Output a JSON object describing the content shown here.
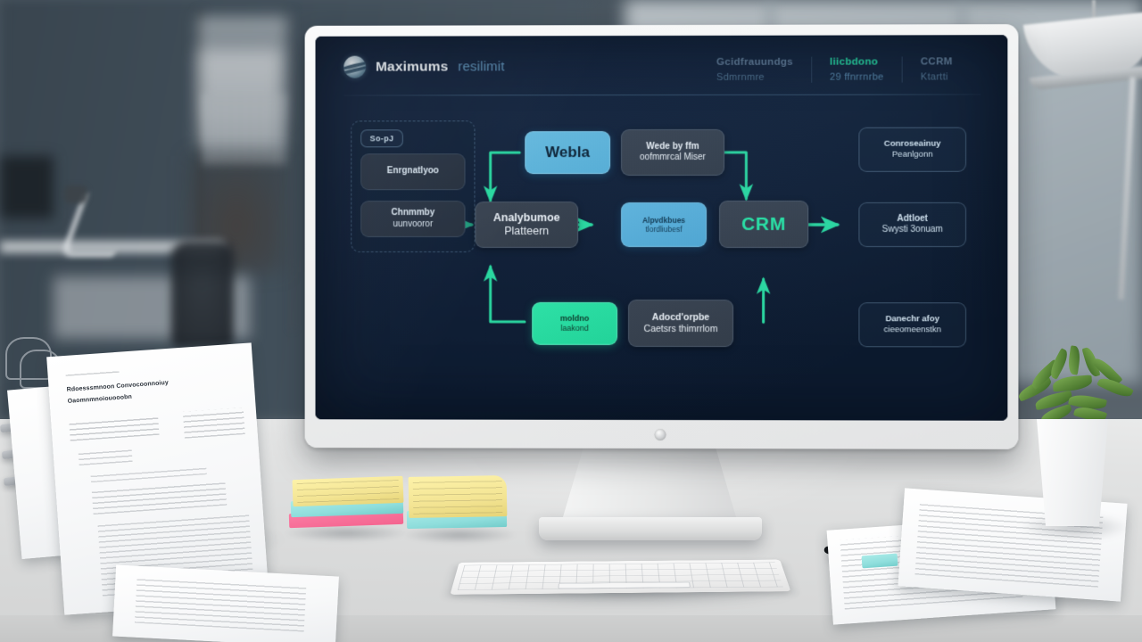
{
  "screen": {
    "brand": {
      "logo_icon": "globe-logo-icon",
      "name": "Maximums",
      "suffix": "resilimit"
    },
    "stats": [
      {
        "value": "Gcidfrauundgs",
        "label": "Sdmrnmre"
      },
      {
        "value": "Iiicbdono",
        "label": "29 ffnrrnrbe"
      },
      {
        "value": "CCRM",
        "label": "Ktartti"
      }
    ],
    "diagram": {
      "group": {
        "chip_label": "So-pJ",
        "nodes": [
          {
            "id": "src-1",
            "line1": "Enrgnatlyoo",
            "line2": ""
          },
          {
            "id": "src-2",
            "line1": "Chnmmby",
            "line2": "uunvooror"
          }
        ]
      },
      "nodes": [
        {
          "id": "web",
          "line1": "Webla",
          "line2": ""
        },
        {
          "id": "webhook",
          "line1": "Wede by ffm",
          "line2": "oofmmrcal Miser"
        },
        {
          "id": "platform",
          "line1": "Analybumoe",
          "line2": "Platteern"
        },
        {
          "id": "enrich",
          "line1": "Alpvdkbues",
          "line2": "tlordliubesf"
        },
        {
          "id": "crm",
          "line1": "CRM",
          "line2": ""
        },
        {
          "id": "feedback",
          "line1": "moldno",
          "line2": "laakond"
        },
        {
          "id": "adoption",
          "line1": "Adocd'orpbe",
          "line2": "Caetsrs thimrrlom"
        }
      ],
      "side_panels": [
        {
          "id": "panel-top",
          "line1": "Conroseainuy",
          "line2": "Peanlgonn"
        },
        {
          "id": "panel-middle",
          "line1": "Adtloet",
          "line2": "Swysti 3onuam"
        },
        {
          "id": "panel-bottom",
          "line1": "Danechr afoy",
          "line2": "cieeomeenstkn"
        }
      ]
    },
    "colors": {
      "screen_bg": "#0c1a2e",
      "accent_mint": "#28e0a4",
      "accent_blue": "#57aed6",
      "node_dark": "#333d4a",
      "text_light": "#e8eef4"
    }
  },
  "desk": {
    "document": {
      "heading_line1": "Rdoesssmnoon Convocoonnoiuy",
      "heading_line2": "Oaomnmnoiouooobn"
    },
    "objects": [
      {
        "name": "keyboard",
        "label": "white-keyboard"
      },
      {
        "name": "pen",
        "label": "black-pen"
      },
      {
        "name": "sticky-notes",
        "label": "sticky-note-stacks"
      },
      {
        "name": "plant",
        "label": "potted-plant"
      },
      {
        "name": "papers",
        "label": "printed-documents"
      },
      {
        "name": "file-rack",
        "label": "wire-file-rack"
      }
    ]
  }
}
